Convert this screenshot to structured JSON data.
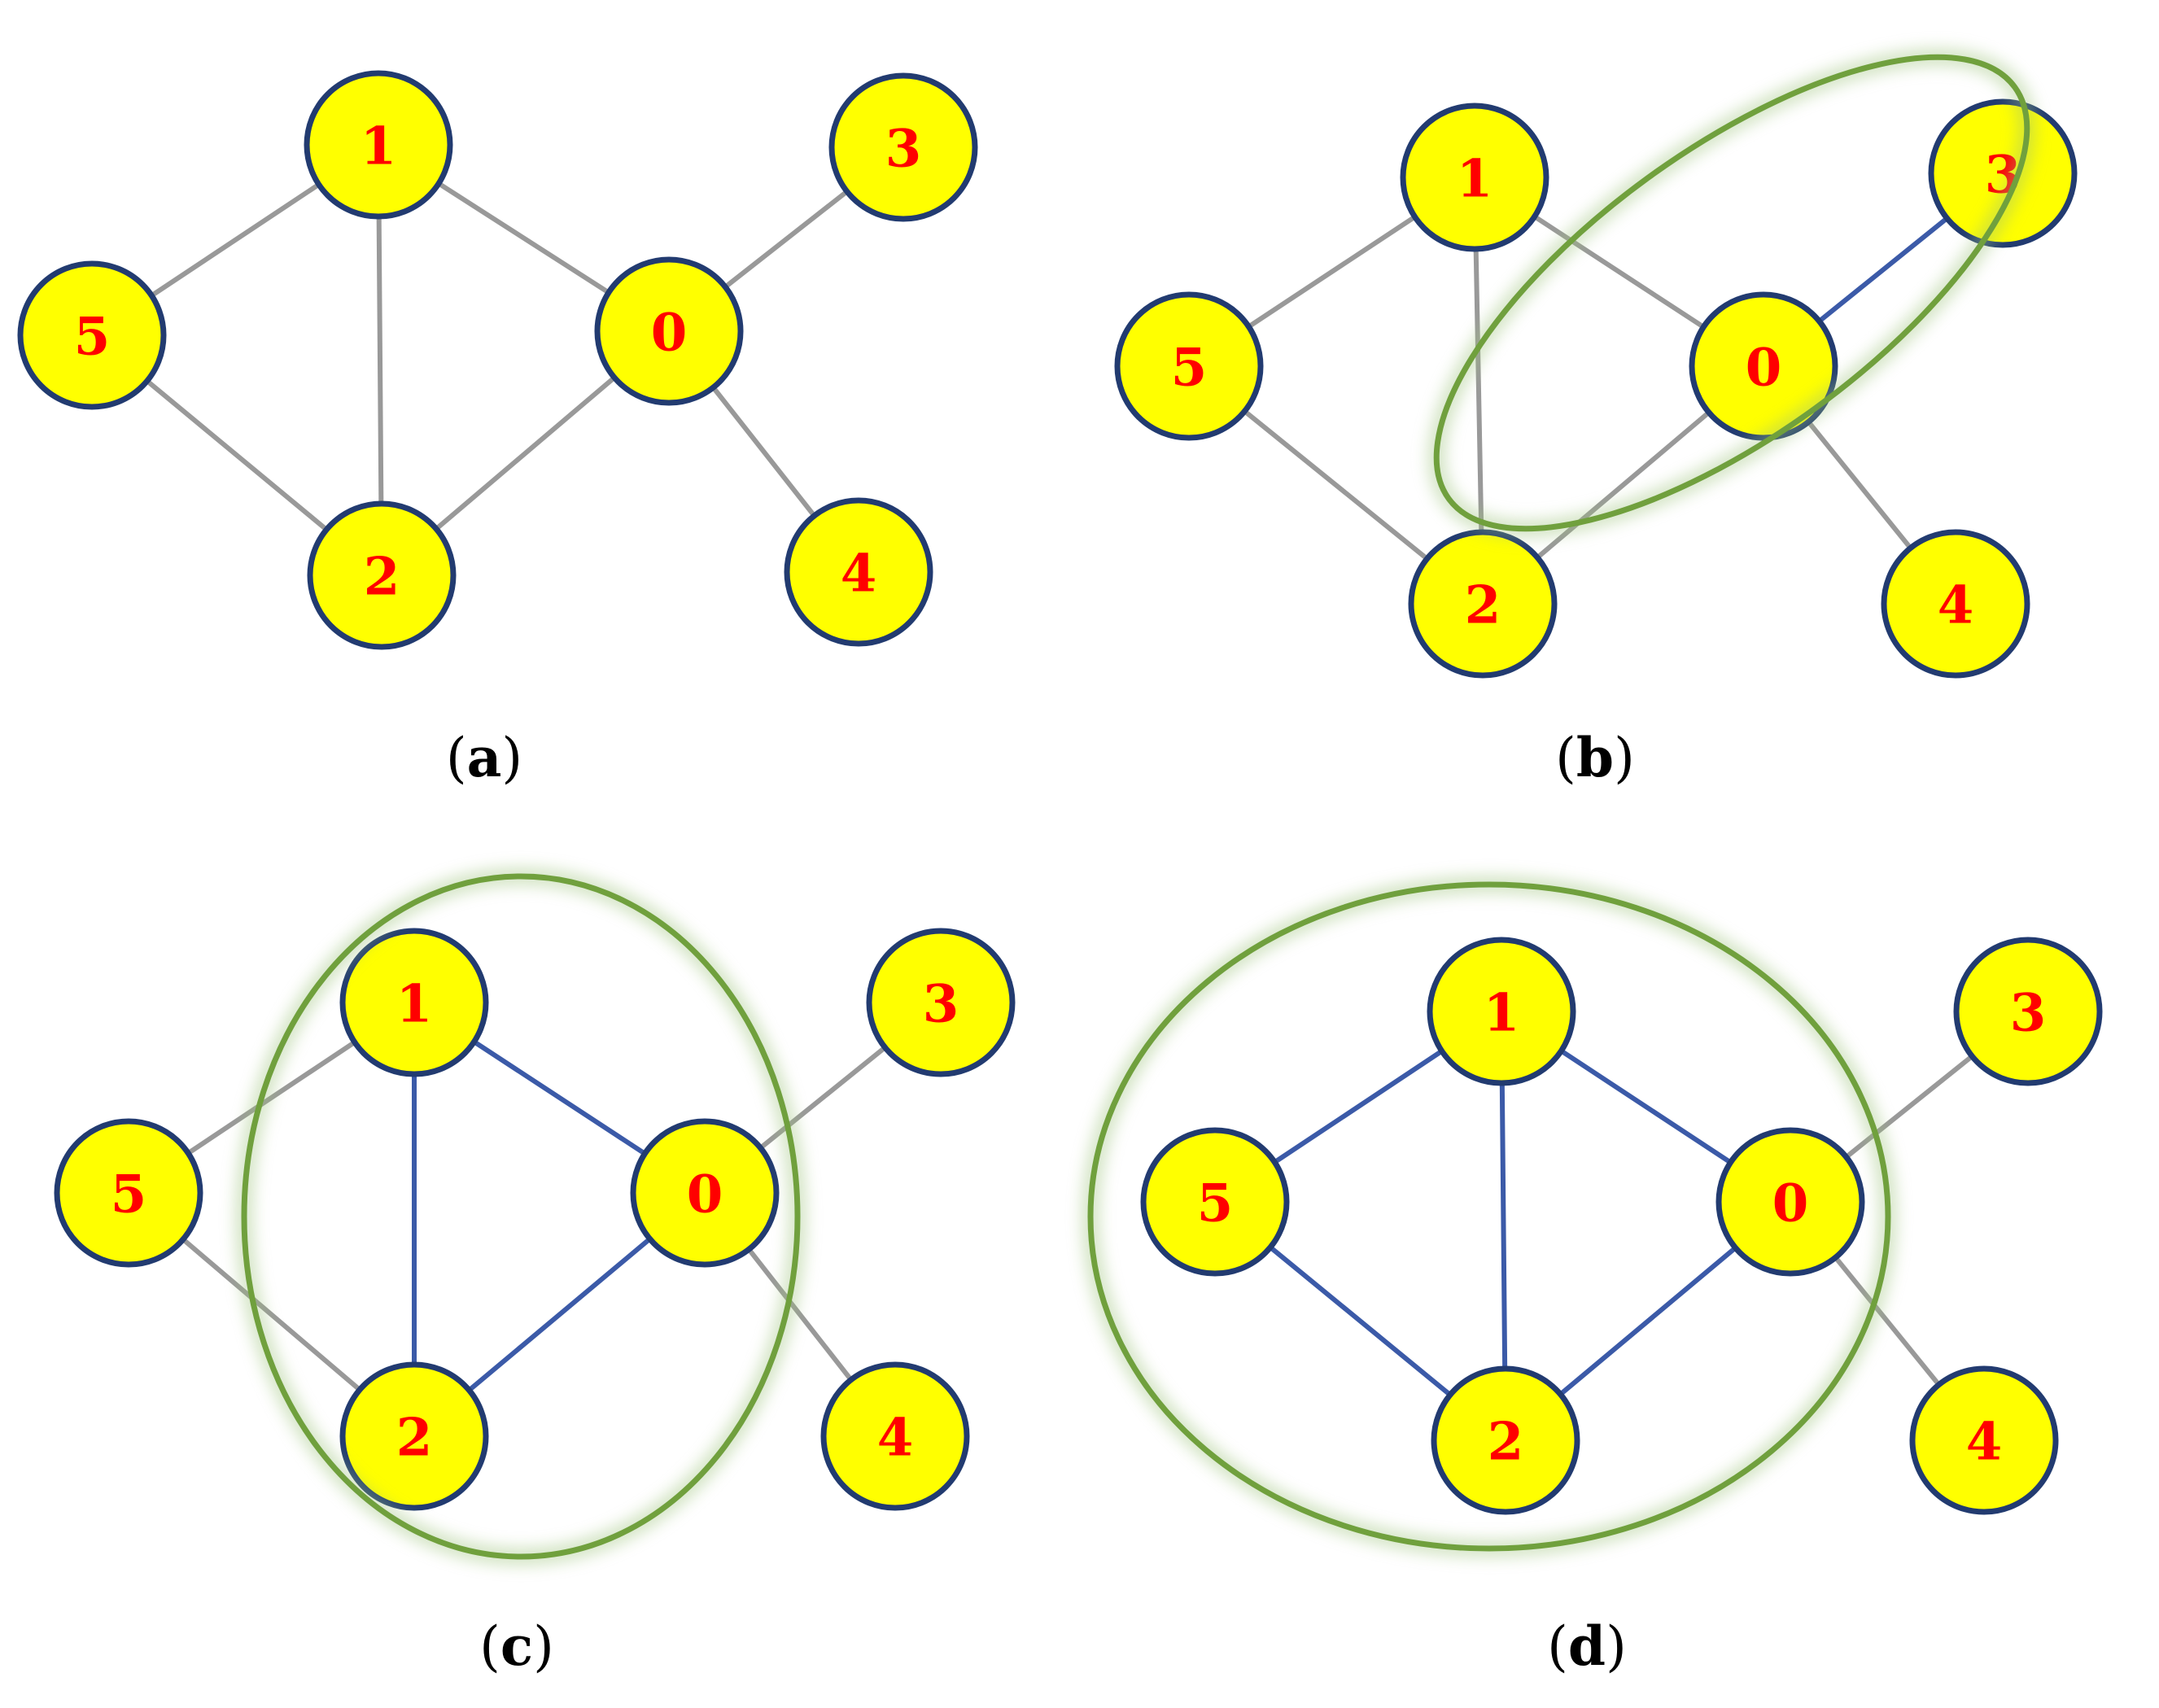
{
  "figure": {
    "colors": {
      "node_fill": "#ffff00",
      "node_stroke": "#223b70",
      "label": "#ff0000",
      "edge_default": "#999999",
      "edge_highlight": "#3b5aa8",
      "group_outline": "#70a03d",
      "group_glow": "#9cc27a"
    },
    "edges": [
      {
        "id": "e-1-5",
        "source": "1",
        "target": "5"
      },
      {
        "id": "e-1-2",
        "source": "1",
        "target": "2"
      },
      {
        "id": "e-1-0",
        "source": "1",
        "target": "0"
      },
      {
        "id": "e-5-2",
        "source": "5",
        "target": "2"
      },
      {
        "id": "e-2-0",
        "source": "2",
        "target": "0"
      },
      {
        "id": "e-0-3",
        "source": "0",
        "target": "3"
      },
      {
        "id": "e-0-4",
        "source": "0",
        "target": "4"
      }
    ],
    "panels": [
      {
        "id": "a",
        "caption_letter": "a",
        "highlighted_edges": [],
        "group_nodes": []
      },
      {
        "id": "b",
        "caption_letter": "b",
        "highlighted_edges": [
          "e-0-3"
        ],
        "group_nodes": [
          "0",
          "3"
        ]
      },
      {
        "id": "c",
        "caption_letter": "c",
        "highlighted_edges": [
          "e-1-2",
          "e-1-0",
          "e-2-0"
        ],
        "group_nodes": [
          "0",
          "1",
          "2"
        ]
      },
      {
        "id": "d",
        "caption_letter": "d",
        "highlighted_edges": [
          "e-1-5",
          "e-1-2",
          "e-1-0",
          "e-5-2",
          "e-2-0"
        ],
        "group_nodes": [
          "0",
          "1",
          "2",
          "5"
        ]
      }
    ]
  }
}
